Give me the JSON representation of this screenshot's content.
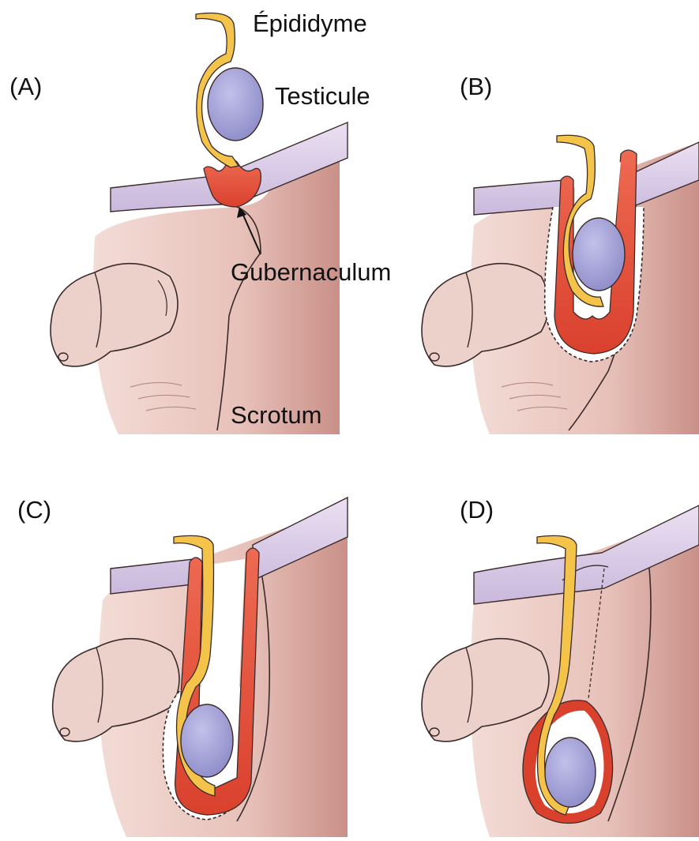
{
  "panels": [
    {
      "label": "(A)"
    },
    {
      "label": "(B)"
    },
    {
      "label": "(C)"
    },
    {
      "label": "(D)"
    }
  ],
  "annotations": {
    "epididymis": "Épididyme",
    "testis": "Testicule",
    "gubernaculum": "Gubernaculum",
    "scrotum": "Scrotum"
  },
  "colors": {
    "skin": "#e9c7bf",
    "skin_shadow": "#c98e88",
    "abdominal_wall": "#d9cbe6",
    "gubernaculum": "#e2553f",
    "epididymis": "#f4c34a",
    "testis": "#9d9bd3",
    "outline": "#3a2a2a"
  }
}
